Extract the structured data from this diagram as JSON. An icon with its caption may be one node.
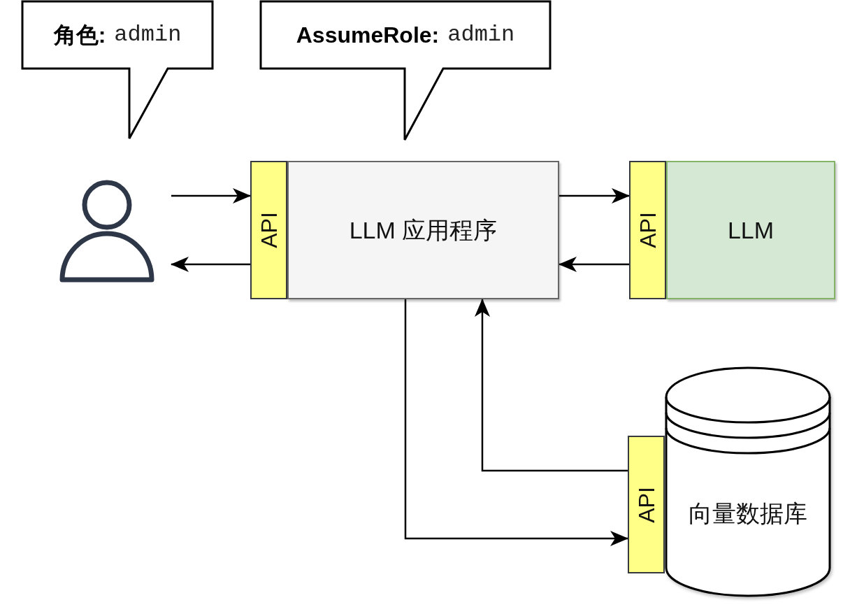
{
  "diagram": {
    "nodes": [
      {
        "text": [
          "角色:",
          "admin"
        ]
      },
      {
        "text": [
          "AssumeRole:",
          "admin"
        ]
      },
      {
        "text": [],
        "shape": "person"
      },
      {
        "text": [
          "API"
        ]
      },
      {
        "text": [
          "LLM 应用程序"
        ]
      },
      {
        "text": [
          "API"
        ]
      },
      {
        "text": [
          "LLM"
        ]
      },
      {
        "text": [
          "向量数据库"
        ]
      },
      {
        "text": [
          "API"
        ]
      }
    ],
    "edges": [
      {
        "from": 2,
        "to": 3,
        "arrow": "to"
      },
      {
        "from": 3,
        "to": 2,
        "arrow": "to"
      },
      {
        "from": 4,
        "to": 5,
        "arrow": "to"
      },
      {
        "from": 5,
        "to": 4,
        "arrow": "to"
      },
      {
        "from": 8,
        "to": 4,
        "arrow": "to"
      },
      {
        "from": 4,
        "to": 8,
        "arrow": "to"
      }
    ]
  }
}
